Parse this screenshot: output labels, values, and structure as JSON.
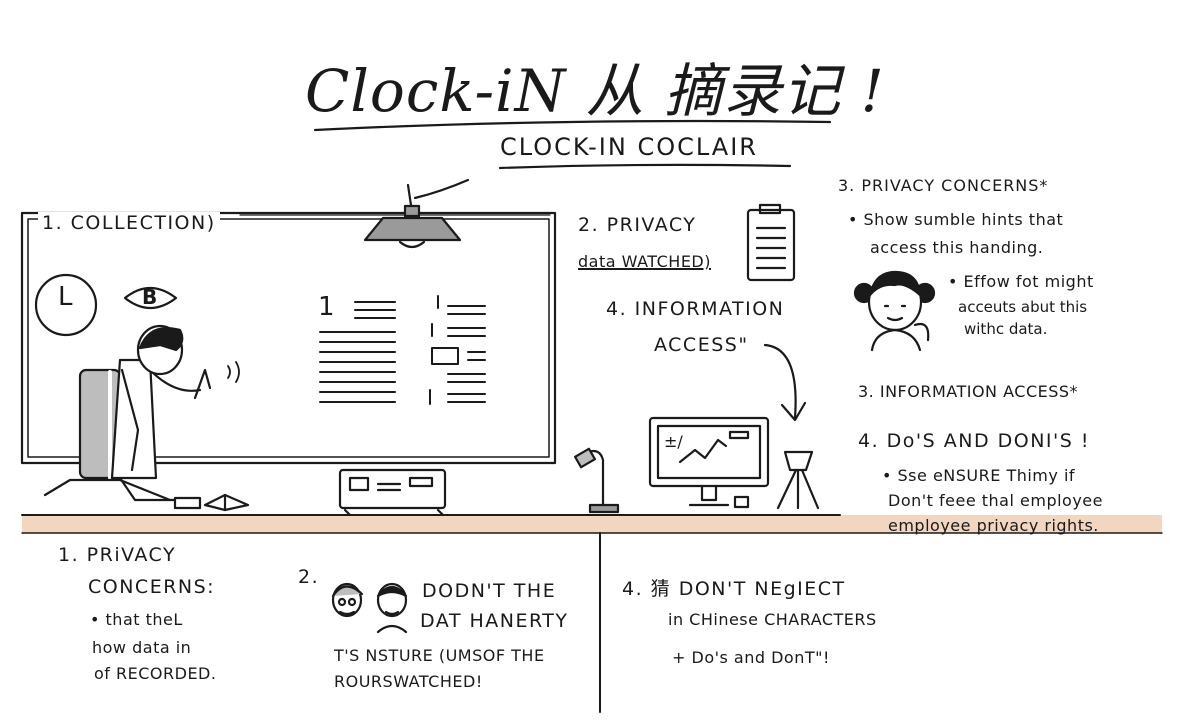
{
  "header": {
    "title": "Clock-iN 从 摘录记 !",
    "subtitle": "CLOCK-IN COCLAIR"
  },
  "whiteboard": {
    "label": "1. COLLECTION)",
    "clock_glyph": "L",
    "badge_glyph": "B",
    "list_number": "1"
  },
  "section2": {
    "heading_line1": "2. PRIVACY",
    "heading_line2": "data WATCHED)",
    "info_line1": "4. INFORMATION",
    "info_line2": "ACCESS\""
  },
  "right_column": {
    "privacy_heading": "3. PRIVACY CONCERNS*",
    "privacy_bullet_line1": "• Show sumble hints that",
    "privacy_bullet_line2": "access this handing.",
    "effow_line1": "• Effow fot might",
    "effow_line2": "acceuts abut this",
    "effow_line3": "withc data.",
    "info_access": "3. INFORMATION ACCESS*",
    "dos_heading": "4. Do'S AND DONI'S !",
    "dos_line1": "• Sse eNSURE Thimy if",
    "dos_line2": "Don't feee thal employee",
    "dos_line3": "employee privacy rights."
  },
  "monitor": {
    "screen_glyph": "±/"
  },
  "bottom_panel1": {
    "heading_line1": "1. PRiVACY",
    "heading_line2": "CONCERNS:",
    "line1": "• that theL",
    "line2": "how data in",
    "line3": "of RECORDED."
  },
  "bottom_panel2": {
    "number": "2.",
    "line1": "DODN'T THE",
    "line2": "DAT HANERTY",
    "line3": "T'S NSTURE (UMSOF THE",
    "line4": "ROURSWATCHED!"
  },
  "bottom_panel3": {
    "heading": "4. 猜 DON'T NEgIECT",
    "line1": "in CHinese CHARACTERS",
    "line2": "+ Do's and DonT\"!"
  },
  "colors": {
    "ink": "#1a1a1a",
    "desk": "#f3d6bf",
    "shirt": "#ffffff",
    "pc_gray": "#bdbdbd",
    "lamp_gray": "#9a9a9a"
  }
}
